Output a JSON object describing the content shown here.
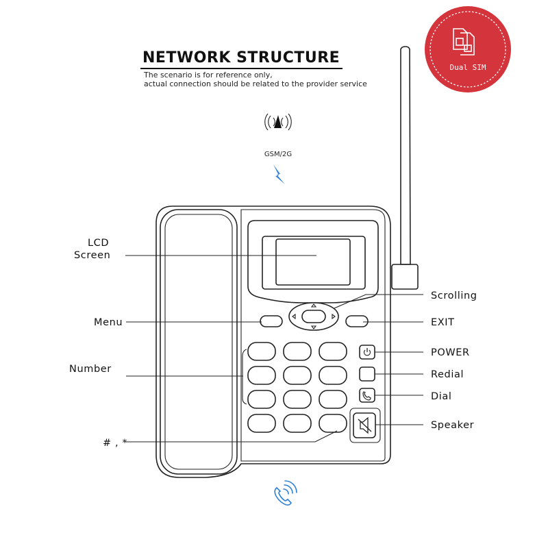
{
  "header": {
    "title": "NETWORK STRUCTURE",
    "subtitle_line1": "The scenario is for reference only,",
    "subtitle_line2": "actual connection should be related to the provider service"
  },
  "badge": {
    "label": "Dual SIM",
    "color": "#d4343c"
  },
  "network": {
    "label": "GSM/2G",
    "signal_color": "#2f7fd6"
  },
  "callouts": {
    "lcd_line1": "LCD",
    "lcd_line2": "Screen",
    "menu": "Menu",
    "number": "Number",
    "hash_star": "# , *",
    "scrolling": "Scrolling",
    "exit": "EXIT",
    "power": "POWER",
    "redial": "Redial",
    "dial": "Dial",
    "speaker": "Speaker"
  },
  "icons": {
    "antenna": "cell-tower-icon",
    "sim": "sim-card-icon",
    "bolt": "lightning-bolt-icon",
    "phone_ring": "phone-ringing-icon",
    "power": "power-icon",
    "dial": "handset-icon",
    "speaker": "speaker-icon"
  }
}
